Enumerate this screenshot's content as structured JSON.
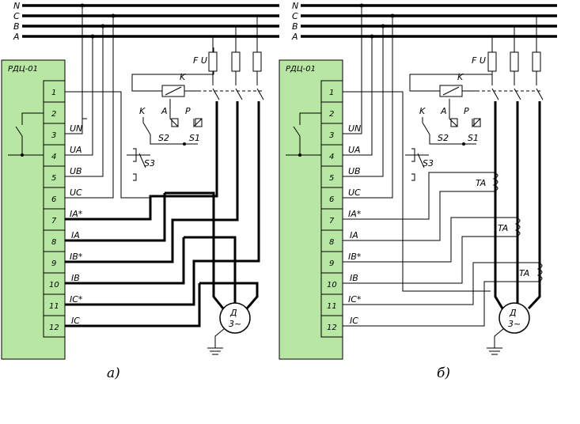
{
  "colors": {
    "device_fill": "#b8e6a3",
    "line": "#000000",
    "background": "#ffffff"
  },
  "buses": [
    "N",
    "C",
    "B",
    "A"
  ],
  "device_name": "РДЦ-01",
  "terminals": [
    "1",
    "2",
    "3",
    "4",
    "5",
    "6",
    "7",
    "8",
    "9",
    "10",
    "11",
    "12"
  ],
  "terminal_signals": [
    "UN",
    "UA",
    "UB",
    "UC",
    "IA*",
    "IA",
    "IB*",
    "IB",
    "IC*",
    "IC"
  ],
  "fuse_label": "F U",
  "relay_label": "K",
  "contact_k": "K",
  "contact_a": "A",
  "contact_p": "P",
  "switch_s2": "S2",
  "switch_s1": "S1",
  "switch_s3": "S3",
  "ct_label": "TA",
  "motor_line1": "Д",
  "motor_line2": "3~",
  "captions": [
    "а)",
    "б)"
  ]
}
